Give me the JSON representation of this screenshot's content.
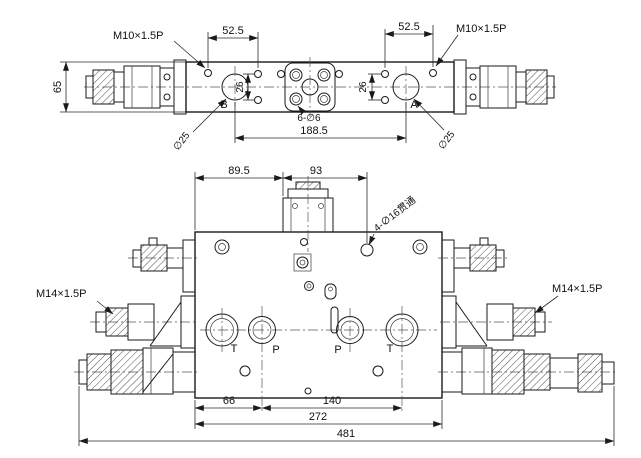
{
  "colors": {
    "background": "#ffffff",
    "line": "#1a1a1a"
  },
  "top_view": {
    "thread_left": "M10×1.5P",
    "thread_right": "M10×1.5P",
    "dim_52_left": "52.5",
    "dim_52_right": "52.5",
    "dim_65": "65",
    "dim_26_left": "26",
    "dim_26_right": "26",
    "dim_188": "188.5",
    "dia_left": "∅25",
    "dia_right": "∅25",
    "port_b": "B",
    "port_a": "A",
    "hole_note": "6-∅6"
  },
  "front_view": {
    "dim_89": "89.5",
    "dim_93": "93",
    "hole_note": "4-∅16贯通",
    "thread_left": "M14×1.5P",
    "thread_right": "M14×1.5P",
    "port_labels": [
      "T",
      "P",
      "P",
      "T"
    ],
    "dim_66": "66",
    "dim_140": "140",
    "dim_272": "272",
    "dim_481": "481"
  }
}
